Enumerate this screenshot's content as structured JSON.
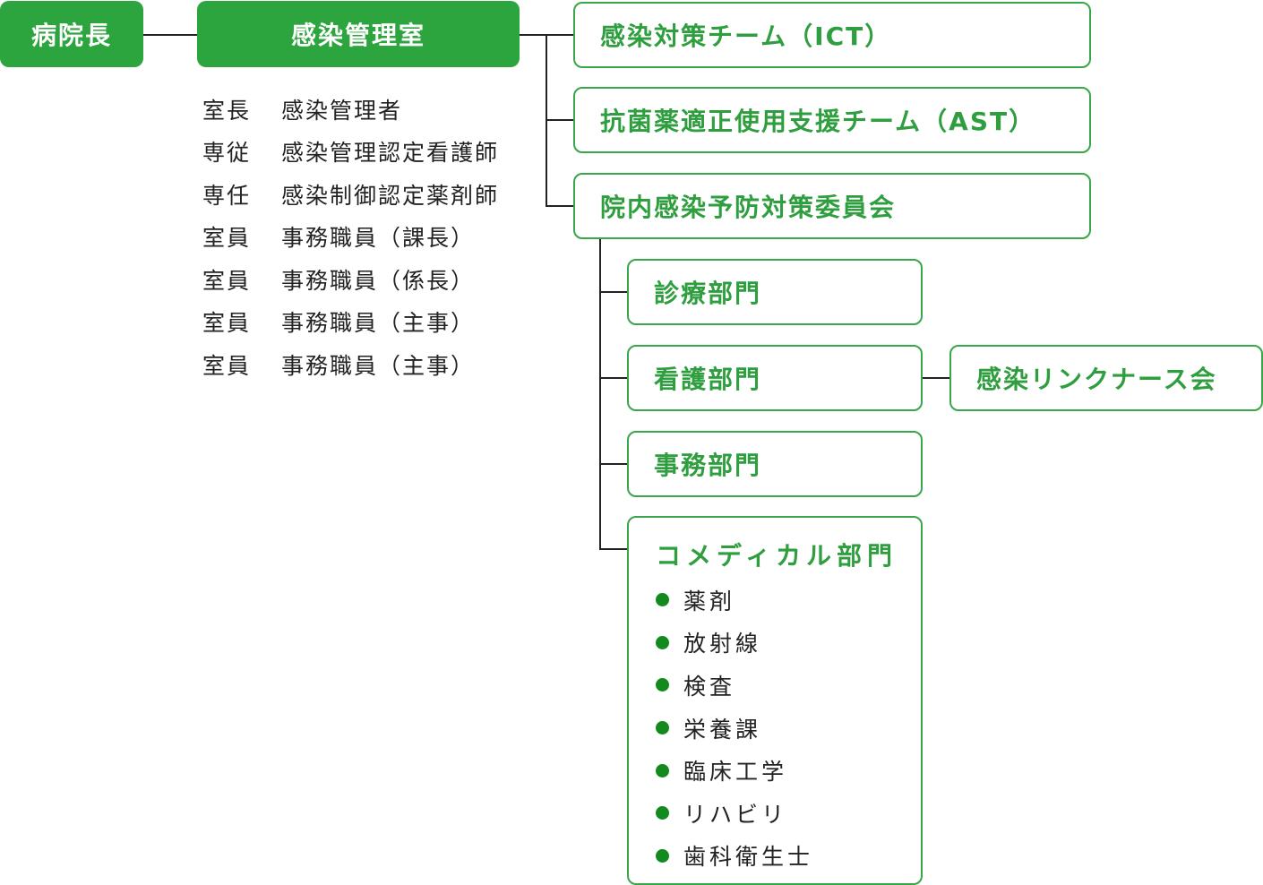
{
  "director": {
    "label": "病院長"
  },
  "office": {
    "label": "感染管理室",
    "staff": [
      {
        "role": "室長",
        "name": "感染管理者"
      },
      {
        "role": "専従",
        "name": "感染管理認定看護師"
      },
      {
        "role": "専任",
        "name": "感染制御認定薬剤師"
      },
      {
        "role": "室員",
        "name": "事務職員（課長）"
      },
      {
        "role": "室員",
        "name": "事務職員（係長）"
      },
      {
        "role": "室員",
        "name": "事務職員（主事）"
      },
      {
        "role": "室員",
        "name": "事務職員（主事）"
      }
    ]
  },
  "teams": [
    {
      "label": "感染対策チーム（ICT）"
    },
    {
      "label": "抗菌薬適正使用支援チーム（AST）"
    },
    {
      "label": "院内感染予防対策委員会"
    }
  ],
  "departments": [
    {
      "label": "診療部門"
    },
    {
      "label": "看護部門"
    },
    {
      "label": "事務部門"
    }
  ],
  "link_nurse": {
    "label": "感染リンクナース会"
  },
  "comedical": {
    "label": "コメディカル部門",
    "items": [
      "薬剤",
      "放射線",
      "検査",
      "栄養課",
      "臨床工学",
      "リハビリ",
      "歯科衛生士"
    ]
  },
  "colors": {
    "primary_green": "#2ca53f",
    "outline_green": "#3aa64a",
    "bullet_green": "#138a1e",
    "line": "#222222"
  }
}
